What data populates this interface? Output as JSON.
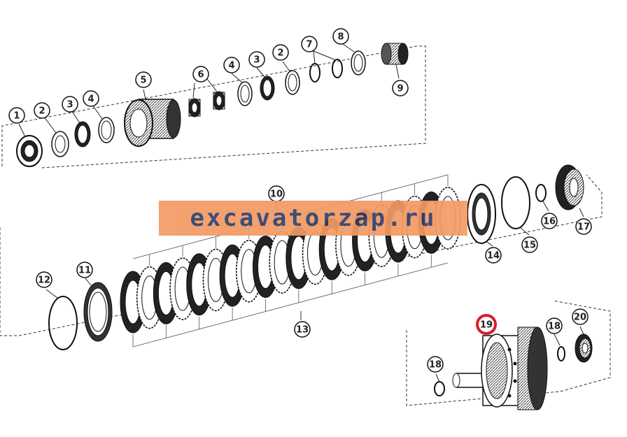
{
  "watermark": {
    "text": "excavatorzap.ru",
    "band_color": "#f39a63",
    "text_color": "#2d3f6b"
  },
  "highlight_color": "#d41f2a",
  "callouts": [
    {
      "id": "c1",
      "label": "1"
    },
    {
      "id": "c2a",
      "label": "2"
    },
    {
      "id": "c3a",
      "label": "3"
    },
    {
      "id": "c4a",
      "label": "4"
    },
    {
      "id": "c5",
      "label": "5"
    },
    {
      "id": "c6",
      "label": "6"
    },
    {
      "id": "c4b",
      "label": "4"
    },
    {
      "id": "c3b",
      "label": "3"
    },
    {
      "id": "c2b",
      "label": "2"
    },
    {
      "id": "c7",
      "label": "7"
    },
    {
      "id": "c8",
      "label": "8"
    },
    {
      "id": "c9",
      "label": "9"
    },
    {
      "id": "c10",
      "label": "10"
    },
    {
      "id": "c11",
      "label": "11"
    },
    {
      "id": "c12",
      "label": "12"
    },
    {
      "id": "c13",
      "label": "13"
    },
    {
      "id": "c14",
      "label": "14"
    },
    {
      "id": "c15",
      "label": "15"
    },
    {
      "id": "c16",
      "label": "16"
    },
    {
      "id": "c17",
      "label": "17"
    },
    {
      "id": "c18a",
      "label": "18"
    },
    {
      "id": "c18b",
      "label": "18"
    },
    {
      "id": "c19",
      "label": "19",
      "highlighted": true
    },
    {
      "id": "c20",
      "label": "20"
    }
  ]
}
